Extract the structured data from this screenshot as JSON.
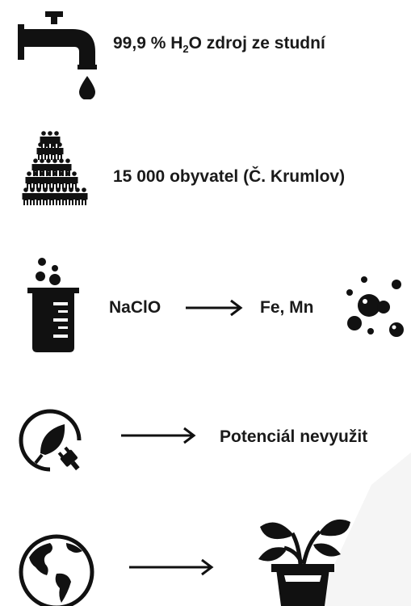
{
  "rows": {
    "water": {
      "value": "99,9 %",
      "formula_main": " H",
      "formula_sub": "2",
      "formula_rest": "O zdroj ze studní",
      "icon": "water-tap-icon"
    },
    "population": {
      "text": "15 000 obyvatel (Č. Krumlov)",
      "icon": "people-crowd-icon"
    },
    "chemistry": {
      "reagent": "NaClO",
      "target": "Fe, Mn",
      "icons": [
        "beaker-icon",
        "arrow-right-icon",
        "particles-icon"
      ]
    },
    "energy": {
      "text": "Potenciál nevyužit",
      "icons": [
        "eco-plug-icon",
        "arrow-right-icon"
      ]
    },
    "environment": {
      "icons": [
        "globe-icon",
        "arrow-right-icon",
        "potted-plant-icon"
      ]
    }
  },
  "colors": {
    "foreground": "#111111",
    "background": "#ffffff",
    "faint_shape": "#f4f4f4"
  }
}
